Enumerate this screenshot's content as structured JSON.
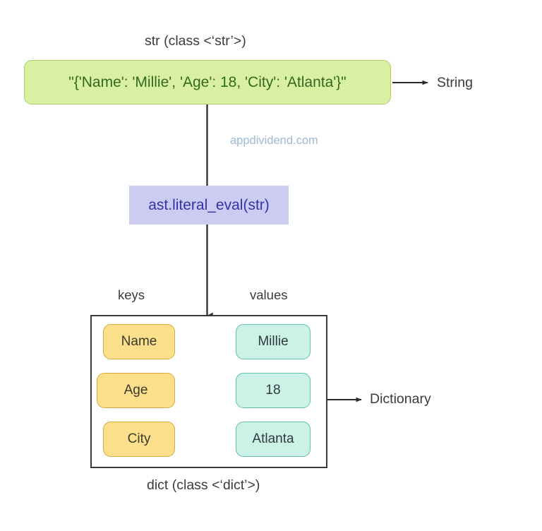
{
  "diagram": {
    "title_top": "str (class <‘str’>)",
    "title_bottom": "dict (class <‘dict’>)",
    "watermark": "appdividend.com",
    "background_color": "#ffffff"
  },
  "string_node": {
    "text": "\"{'Name': 'Millie', 'Age': 18, 'City': 'Atlanta'}\"",
    "fill_color": "#d9f0a3",
    "border_color": "#a8cf6a",
    "text_color": "#33691e",
    "output_label": "String"
  },
  "function_node": {
    "text": "ast.literal_eval(str)",
    "fill_color": "#ccccf2",
    "text_color": "#3333a8"
  },
  "dict_node": {
    "column_headers": {
      "keys": "keys",
      "values": "values"
    },
    "border_color": "#3a3a3a",
    "key_fill_color": "#fbdf8b",
    "key_border_color": "#d9a93a",
    "value_fill_color": "#ccf2e8",
    "value_border_color": "#5fc0ae",
    "output_label": "Dictionary",
    "pairs": [
      {
        "key": "Name",
        "value": "Millie"
      },
      {
        "key": "Age",
        "value": "18"
      },
      {
        "key": "City",
        "value": "Atlanta"
      }
    ]
  }
}
